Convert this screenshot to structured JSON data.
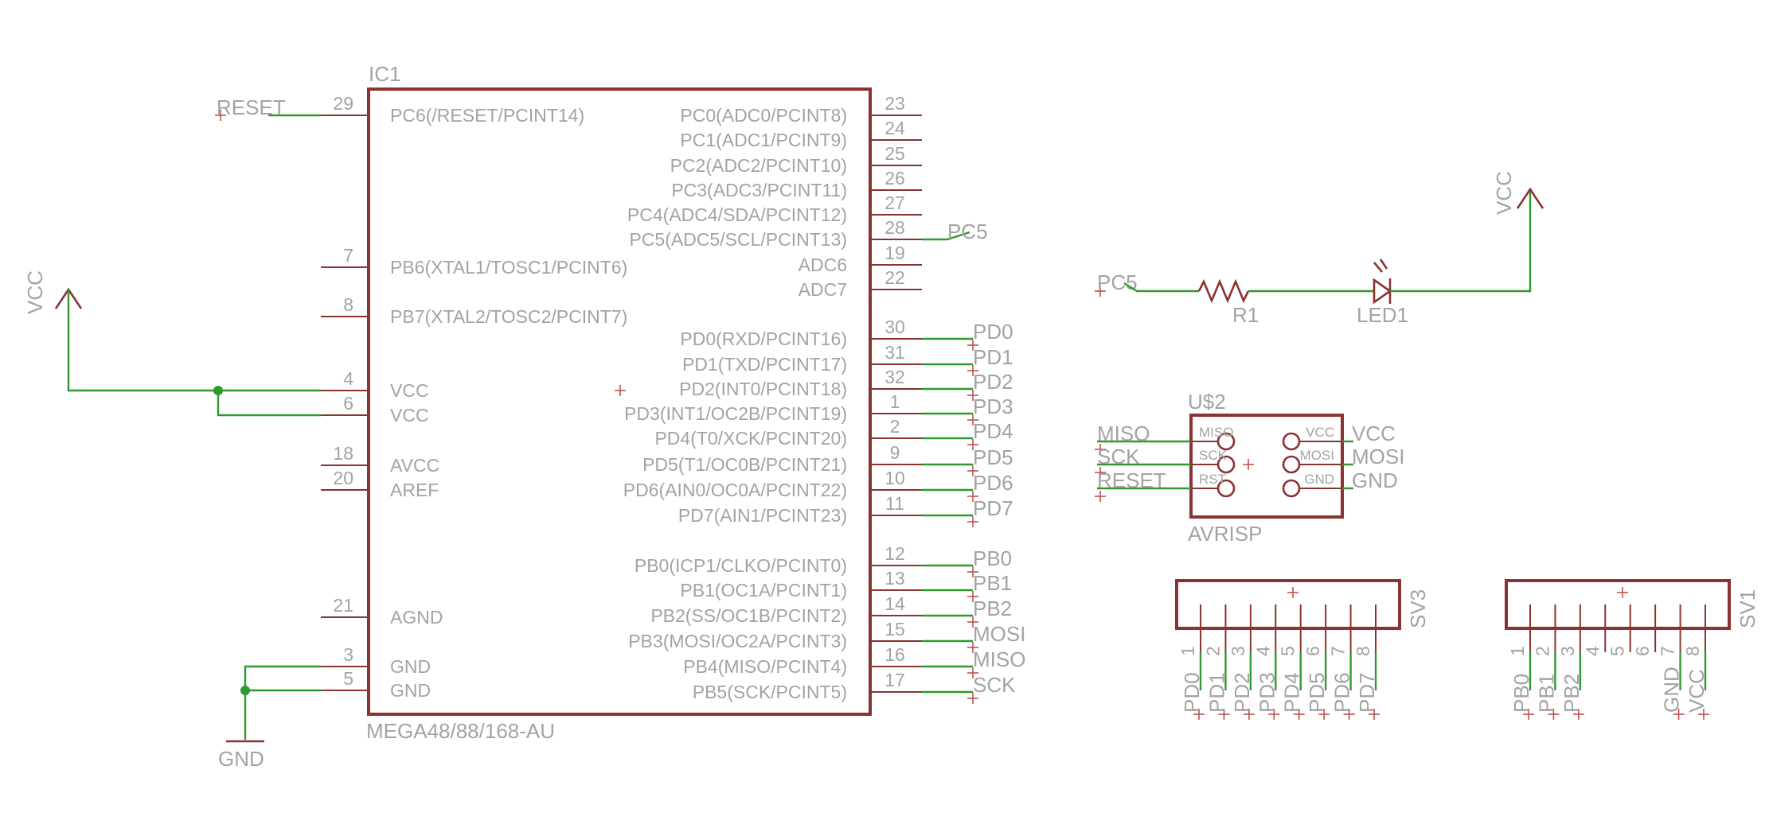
{
  "ic": {
    "name": "IC1",
    "value": "MEGA48/88/168-AU",
    "left_pins": [
      {
        "num": "29",
        "label": "PC6(/RESET/PCINT14)"
      },
      {
        "num": "7",
        "label": "PB6(XTAL1/TOSC1/PCINT6)"
      },
      {
        "num": "8",
        "label": "PB7(XTAL2/TOSC2/PCINT7)"
      },
      {
        "num": "4",
        "label": "VCC"
      },
      {
        "num": "6",
        "label": "VCC"
      },
      {
        "num": "18",
        "label": "AVCC"
      },
      {
        "num": "20",
        "label": "AREF"
      },
      {
        "num": "21",
        "label": "AGND"
      },
      {
        "num": "3",
        "label": "GND"
      },
      {
        "num": "5",
        "label": "GND"
      }
    ],
    "right_pins": [
      {
        "num": "23",
        "label": "PC0(ADC0/PCINT8)",
        "net": ""
      },
      {
        "num": "24",
        "label": "PC1(ADC1/PCINT9)",
        "net": ""
      },
      {
        "num": "25",
        "label": "PC2(ADC2/PCINT10)",
        "net": ""
      },
      {
        "num": "26",
        "label": "PC3(ADC3/PCINT11)",
        "net": ""
      },
      {
        "num": "27",
        "label": "PC4(ADC4/SDA/PCINT12)",
        "net": ""
      },
      {
        "num": "28",
        "label": "PC5(ADC5/SCL/PCINT13)",
        "net": "PC5"
      },
      {
        "num": "19",
        "label": "ADC6",
        "net": ""
      },
      {
        "num": "22",
        "label": "ADC7",
        "net": ""
      },
      {
        "num": "30",
        "label": "PD0(RXD/PCINT16)",
        "net": "PD0"
      },
      {
        "num": "31",
        "label": "PD1(TXD/PCINT17)",
        "net": "PD1"
      },
      {
        "num": "32",
        "label": "PD2(INT0/PCINT18)",
        "net": "PD2"
      },
      {
        "num": "1",
        "label": "PD3(INT1/OC2B/PCINT19)",
        "net": "PD3"
      },
      {
        "num": "2",
        "label": "PD4(T0/XCK/PCINT20)",
        "net": "PD4"
      },
      {
        "num": "9",
        "label": "PD5(T1/OC0B/PCINT21)",
        "net": "PD5"
      },
      {
        "num": "10",
        "label": "PD6(AIN0/OC0A/PCINT22)",
        "net": "PD6"
      },
      {
        "num": "11",
        "label": "PD7(AIN1/PCINT23)",
        "net": "PD7"
      },
      {
        "num": "12",
        "label": "PB0(ICP1/CLKO/PCINT0)",
        "net": "PB0"
      },
      {
        "num": "13",
        "label": "PB1(OC1A/PCINT1)",
        "net": "PB1"
      },
      {
        "num": "14",
        "label": "PB2(SS/OC1B/PCINT2)",
        "net": "PB2"
      },
      {
        "num": "15",
        "label": "PB3(MOSI/OC2A/PCINT3)",
        "net": "MOSI"
      },
      {
        "num": "16",
        "label": "PB4(MISO/PCINT4)",
        "net": "MISO"
      },
      {
        "num": "17",
        "label": "PB5(SCK/PCINT5)",
        "net": "SCK"
      }
    ]
  },
  "nets": {
    "reset": "RESET",
    "vcc_left": "VCC",
    "gnd": "GND",
    "pc5_in": "PC5",
    "vcc_right": "VCC"
  },
  "resistor": {
    "name": "R1"
  },
  "led": {
    "name": "LED1"
  },
  "isp": {
    "name": "U$2",
    "value": "AVRISP",
    "pins_left": [
      {
        "inner": "MISO",
        "net": "MISO"
      },
      {
        "inner": "SCK",
        "net": "SCK"
      },
      {
        "inner": "RST",
        "net": "RESET"
      }
    ],
    "pins_right": [
      {
        "inner": "VCC",
        "net": "VCC"
      },
      {
        "inner": "MOSI",
        "net": "MOSI"
      },
      {
        "inner": "GND",
        "net": "GND"
      }
    ]
  },
  "sv3": {
    "name": "SV3",
    "pin_numbers": [
      "1",
      "2",
      "3",
      "4",
      "5",
      "6",
      "7",
      "8"
    ],
    "nets": [
      "PD0",
      "PD1",
      "PD2",
      "PD3",
      "PD4",
      "PD5",
      "PD6",
      "PD7"
    ]
  },
  "sv1": {
    "name": "SV1",
    "pin_numbers": [
      "1",
      "2",
      "3",
      "4",
      "5",
      "6",
      "7",
      "8"
    ],
    "nets": [
      "PB0",
      "PB1",
      "PB2",
      "",
      "",
      "",
      "GND",
      "VCC"
    ]
  },
  "colors": {
    "part": "#8b3232",
    "wire": "#2f9a2f",
    "text": "#a3a3a3"
  }
}
